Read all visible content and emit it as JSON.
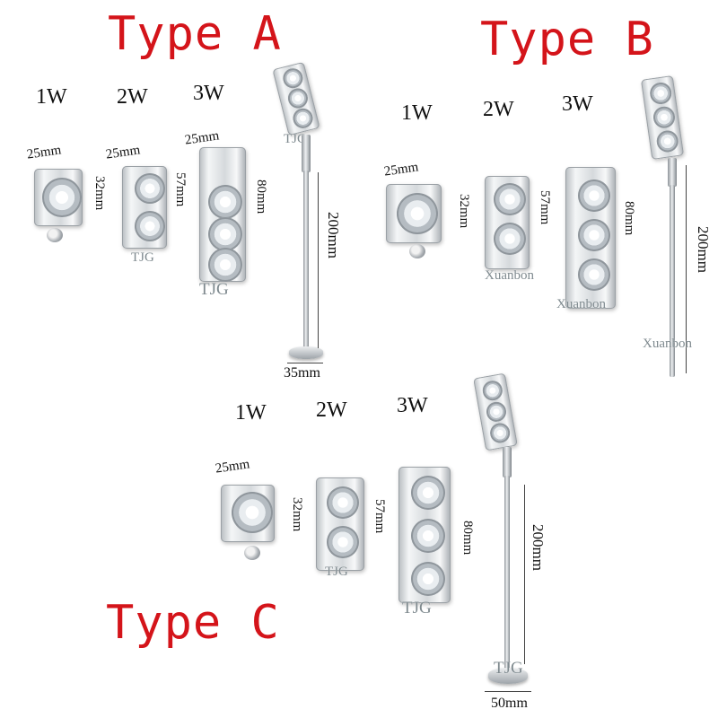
{
  "types": [
    {
      "title": "Type A",
      "mark": "TJG",
      "watts": [
        "1W",
        "2W",
        "3W"
      ],
      "widths": [
        "25mm",
        "25mm",
        "25mm"
      ],
      "heights": [
        "32mm",
        "57mm",
        "80mm"
      ],
      "pole_height": "200mm",
      "base_width": "35mm"
    },
    {
      "title": "Type B",
      "mark": "Xuanbon",
      "watts": [
        "1W",
        "2W",
        "3W"
      ],
      "widths": [
        "25mm"
      ],
      "heights": [
        "32mm",
        "57mm",
        "80mm"
      ],
      "pole_height": "200mm"
    },
    {
      "title": "Type C",
      "mark": "TJG",
      "watts": [
        "1W",
        "2W",
        "3W"
      ],
      "widths": [
        "25mm"
      ],
      "heights": [
        "32mm",
        "57mm",
        "80mm"
      ],
      "pole_height": "200mm",
      "base_width": "50mm"
    }
  ],
  "colors": {
    "title": "#d4141a",
    "metal": "#d5d9dc"
  }
}
